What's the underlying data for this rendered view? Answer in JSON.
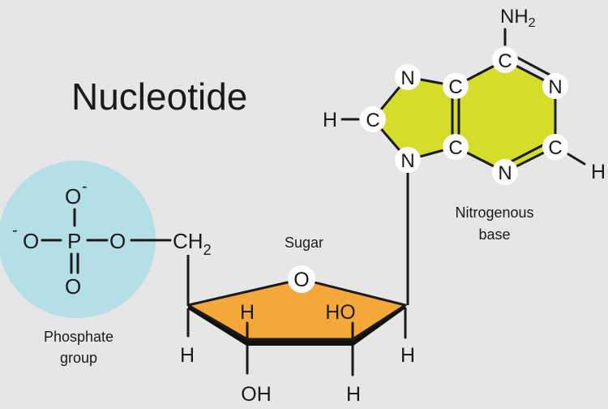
{
  "title": "Nucleotide",
  "labels": {
    "phosphate_group": [
      "Phosphate",
      "group"
    ],
    "sugar": "Sugar",
    "nitrogenous_base": [
      "Nitrogenous",
      "base"
    ]
  },
  "phosphate": {
    "o_top": "O",
    "o_top_charge": "-",
    "o_left": "O",
    "o_left_charge": "-",
    "p": "P",
    "o_right": "O",
    "o_bottom": "O",
    "ch2": "CH",
    "ch2_sub": "2"
  },
  "sugar": {
    "ring_o": "O",
    "h_left": "H",
    "h_inner": "H",
    "ho_inner": "HO",
    "h_right": "H",
    "oh_bottom": "OH",
    "h_bottom": "H"
  },
  "base": {
    "nh2": "NH",
    "nh2_sub": "2",
    "atoms": [
      "C",
      "N",
      "C",
      "N",
      "C",
      "C",
      "N",
      "C",
      "N"
    ],
    "h_left": "H",
    "h_right": "H"
  },
  "colors": {
    "background": "#e6e6e6",
    "phosphate_fill": "#b5dfe6",
    "sugar_fill": "#f4a83a",
    "base_fill": "#d4de2a",
    "atom_circle": "#ffffff",
    "ink": "#1a1a1a"
  }
}
